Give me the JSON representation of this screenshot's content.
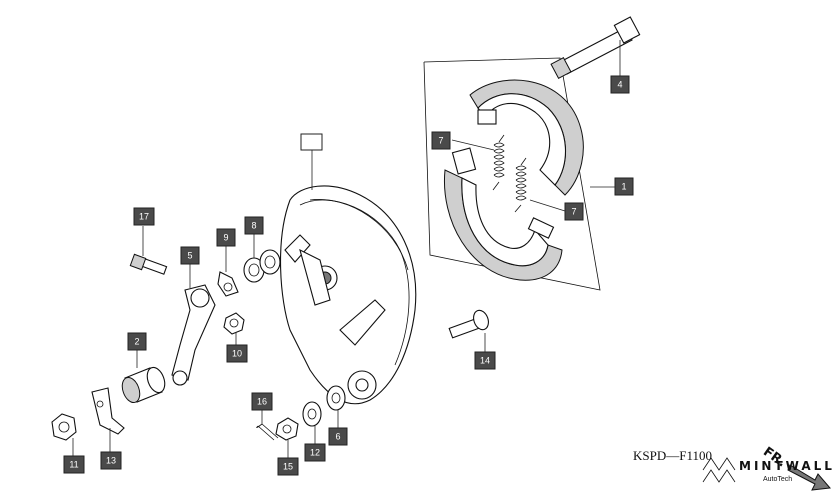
{
  "diagram_code": "KSPD—F1100",
  "callouts": {
    "c1": "1",
    "c2": "2",
    "c4": "4",
    "c5": "5",
    "c6": "6",
    "c7a": "7",
    "c7b": "7",
    "c8": "8",
    "c9": "9",
    "c10": "10",
    "c11": "11",
    "c12": "12",
    "c13": "13",
    "c14": "14",
    "c15": "15",
    "c16": "16",
    "c17": "17",
    "blank": ""
  },
  "logo": {
    "name": "MINTWALL",
    "sub": "AutoTech"
  },
  "front_marker": "FR."
}
